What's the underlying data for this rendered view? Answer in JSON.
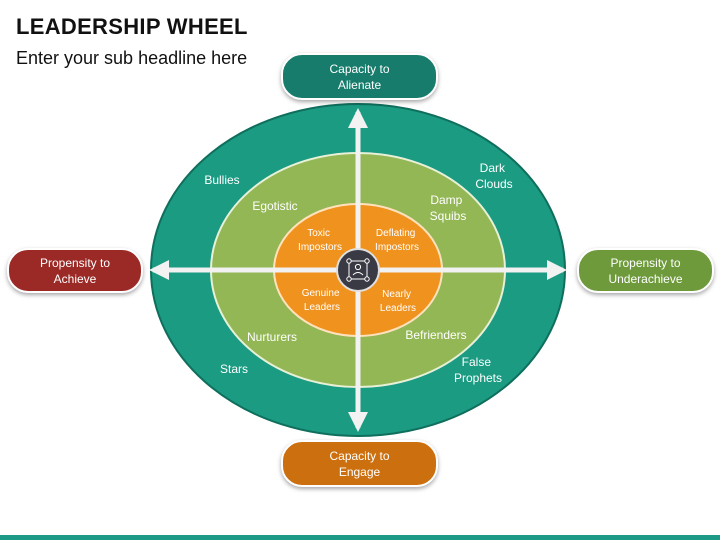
{
  "header": {
    "title": "LEADERSHIP WHEEL",
    "subtitle": "Enter your sub headline here"
  },
  "axes": {
    "top": "Capacity to\nAlienate",
    "bottom": "Capacity to\nEngage",
    "left": "Propensity to\nAchieve",
    "right": "Propensity to\nUnderachieve"
  },
  "outer_ring": {
    "top_left": "Bullies",
    "top_right": [
      "Dark",
      "Clouds"
    ],
    "bottom_left": "Stars",
    "bottom_right": [
      "False",
      "Prophets"
    ]
  },
  "middle_ring": {
    "top_left": "Egotistic",
    "top_right": [
      "Damp",
      "Squibs"
    ],
    "bottom_left": "Nurturers",
    "bottom_right": "Befrienders"
  },
  "inner_ring": {
    "top_left": [
      "Toxic",
      "Impostors"
    ],
    "top_right": [
      "Deflating",
      "Impostors"
    ],
    "bottom_left": [
      "Genuine",
      "Leaders"
    ],
    "bottom_right": [
      "Nearly",
      "Leaders"
    ]
  },
  "colors": {
    "outer": "#1a9b82",
    "middle": "#93b754",
    "inner": "#f0921e",
    "hub": "#3a3a44",
    "axis": "#f2f2f2"
  },
  "icons": {
    "hub": "people-network-icon"
  }
}
